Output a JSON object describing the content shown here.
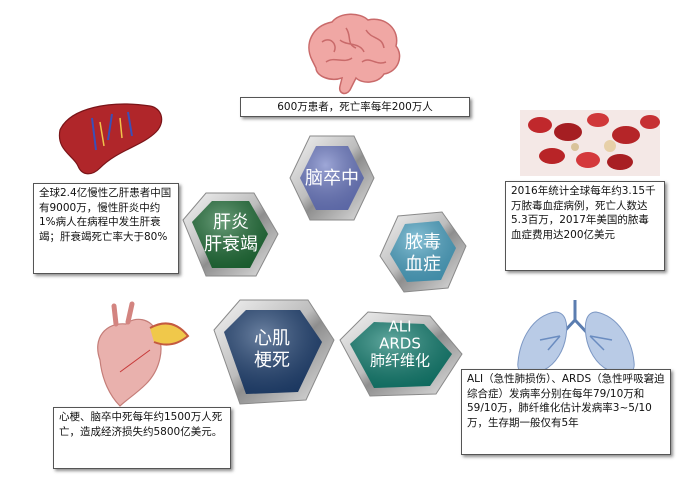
{
  "hexagons": {
    "stroke": {
      "lines": [
        "脑卒中"
      ],
      "color": "#6a78c2"
    },
    "sepsis": {
      "lines": [
        "脓毒",
        "血症"
      ],
      "color": "#4aa3c4"
    },
    "liver": {
      "lines": [
        "肝炎",
        "肝衰竭"
      ],
      "color": "#1c6b34"
    },
    "heart": {
      "lines": [
        "心肌",
        "梗死"
      ],
      "color": "#1d3f70"
    },
    "lung": {
      "lines": [
        "ALI",
        "ARDS",
        "肺纤维化"
      ],
      "color": "#0f7c6e"
    }
  },
  "callouts": {
    "stroke": "600万患者，死亡率每年200万人",
    "sepsis": "2016年统计全球每年约3.15千万脓毒血症病例，死亡人数达5.3百万，2017年美国的脓毒血症费用达200亿美元",
    "liver": "全球2.4亿慢性乙肝患者中国有9000万，慢性肝炎中约1%病人在病程中发生肝衰竭；肝衰竭死亡率大于80%",
    "heart": "心梗、脑卒中死每年约1500万人死亡，造成经济损失约5800亿美元。",
    "lung": "ALI（急性肺损伤）、ARDS（急性呼吸窘迫综合症）发病率分别在每年79/10万和59/10万，肺纤维化估计发病率3~5/10万，生存期一般仅有5年"
  },
  "icons": [
    "brain-icon",
    "liver-icon",
    "blood-cells-icon",
    "lungs-icon",
    "heart-icon"
  ]
}
